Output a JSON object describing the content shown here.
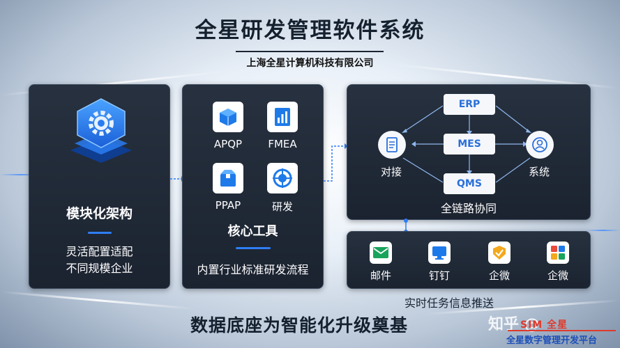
{
  "header": {
    "title": "全星研发管理软件系统",
    "company": "上海全星计算机科技有限公司"
  },
  "left_panel": {
    "icon": "gear-chip-icon",
    "title": "模块化架构",
    "desc_line1": "灵活配置适配",
    "desc_line2": "不同规模企业"
  },
  "mid_panel": {
    "tools": [
      {
        "label": "APQP",
        "icon": "cube-icon"
      },
      {
        "label": "FMEA",
        "icon": "bar-chart-doc-icon"
      },
      {
        "label": "PPAP",
        "icon": "box-icon"
      },
      {
        "label": "研发",
        "icon": "target-icon"
      }
    ],
    "title": "核心工具",
    "desc": "内置行业标准研发流程"
  },
  "right_panel": {
    "systems": [
      "ERP",
      "MES",
      "QMS"
    ],
    "left_node": {
      "label": "对接",
      "icon": "document-icon"
    },
    "right_node": {
      "label": "系统",
      "icon": "system-icon"
    },
    "caption": "全链路协同"
  },
  "msg_panel": {
    "apps": [
      {
        "label": "邮件",
        "icon": "mail-icon"
      },
      {
        "label": "钉钉",
        "icon": "monitor-icon"
      },
      {
        "label": "企微",
        "icon": "wecom-icon"
      },
      {
        "label": "企微",
        "icon": "app-grid-icon"
      }
    ],
    "push_caption": "实时任务信息推送"
  },
  "footer": {
    "slogan": "数据底座为智能化升级奠基",
    "watermark": "知乎 @",
    "logo_top": "SIM 全星",
    "logo_bottom": "全星数字管理开发平台"
  },
  "colors": {
    "accent": "#2f7df6",
    "panel_bg": "#1f2835",
    "pill_text": "#2a6fd9",
    "logo_red": "#e03a2b",
    "logo_blue": "#1d4fb8"
  }
}
